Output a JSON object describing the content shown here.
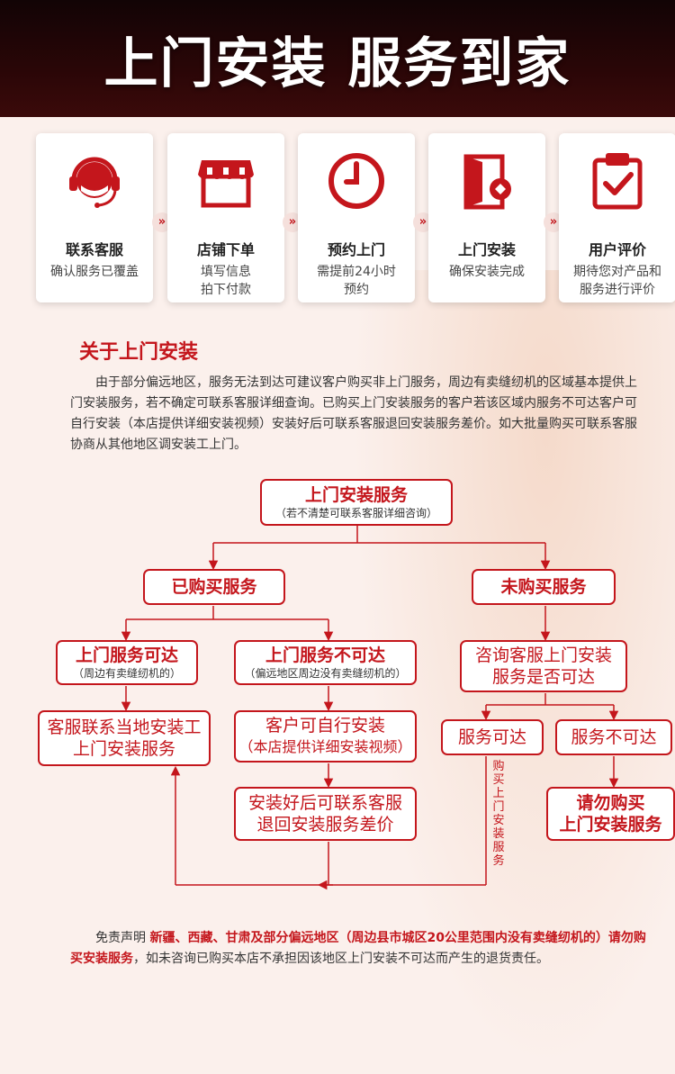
{
  "header": {
    "title": "上门安装  服务到家"
  },
  "steps": [
    {
      "icon": "headset-icon",
      "title": "联系客服",
      "desc": "确认服务已覆盖"
    },
    {
      "icon": "store-icon",
      "title": "店铺下单",
      "desc": "填写信息\n拍下付款"
    },
    {
      "icon": "clock-icon",
      "title": "预约上门",
      "desc": "需提前24小时\n预约"
    },
    {
      "icon": "door-install-icon",
      "title": "上门安装",
      "desc": "确保安装完成"
    },
    {
      "icon": "clipboard-check-icon",
      "title": "用户评价",
      "desc": "期待您对产品和\n服务进行评价"
    }
  ],
  "arrow_glyph": "»",
  "about": {
    "title": "关于上门安装",
    "body": "由于部分偏远地区，服务无法到达可建议客户购买非上门服务，周边有卖缝纫机的区域基本提供上门安装服务，若不确定可联系客服详细查询。已购买上门安装服务的客户若该区域内服务不可达客户可自行安装（本店提供详细安装视频）安装好后可联系客服退回安装服务差价。如大批量购买可联系客服协商从其他地区调安装工上门。"
  },
  "flow": {
    "root": {
      "main": "上门安装服务",
      "sub": "（若不清楚可联系客服详细咨询）"
    },
    "bought": "已购买服务",
    "not_bought": "未购买服务",
    "reachable": {
      "main": "上门服务可达",
      "sub": "（周边有卖缝纫机的）"
    },
    "unreachable": {
      "main": "上门服务不可达",
      "sub": "（偏远地区周边没有卖缝纫机的）"
    },
    "consult": "咨询客服上门安装\n服务是否可达",
    "local_installer": "客服联系当地安装工\n上门安装服务",
    "self_install": {
      "main": "客户可自行安装",
      "sub": "（本店提供详细安装视频）"
    },
    "refund": "安装好后可联系客服\n退回安装服务差价",
    "service_ok": "服务可达",
    "service_not_ok": "服务不可达",
    "do_not_buy": "请勿购买\n上门安装服务",
    "buy_label": "购买上门安装服务"
  },
  "disclaimer": {
    "prefix": "免责声明 ",
    "highlight": "新疆、西藏、甘肃及部分偏远地区（周边县市城区20公里范围内没有卖缝纫机的）请勿购买安装服务",
    "suffix": "，如未咨询已购买本店不承担因该地区上门安装不可达而产生的退货责任。"
  },
  "colors": {
    "accent": "#c4161c",
    "header": "#1a0506"
  }
}
